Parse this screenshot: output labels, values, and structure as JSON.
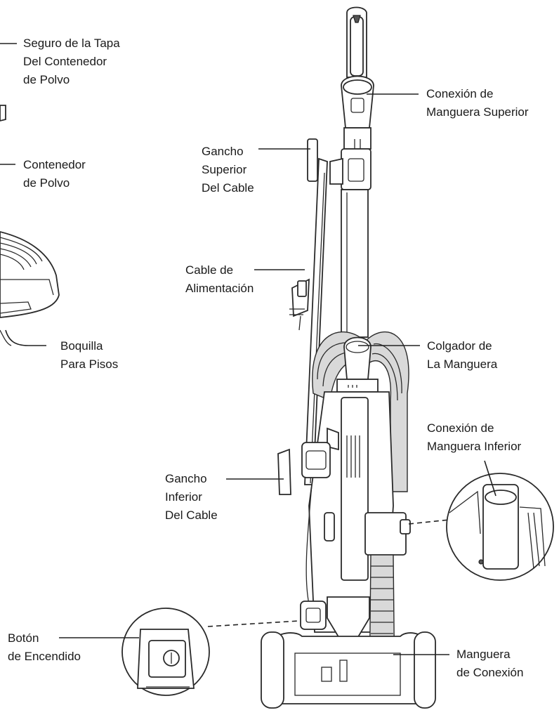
{
  "labels": {
    "dust_lid_lock": [
      "Seguro de la Tapa",
      "Del Contenedor",
      "de Polvo"
    ],
    "dust_container": [
      "Contenedor",
      "de Polvo"
    ],
    "floor_nozzle": [
      "Boquilla",
      "Para Pisos"
    ],
    "upper_hose_connection": [
      "Conexión de",
      "Manguera Superior"
    ],
    "upper_cord_hook": [
      "Gancho",
      "Superior",
      "Del Cable"
    ],
    "power_cord": [
      "Cable de",
      "Alimentación"
    ],
    "hose_hanger": [
      "Colgador de",
      "La Manguera"
    ],
    "lower_hose_connection": [
      "Conexión de",
      "Manguera Inferior"
    ],
    "lower_cord_hook": [
      "Gancho",
      "Inferior",
      "Del Cable"
    ],
    "power_button": [
      "Botón",
      "de Encendido"
    ],
    "connection_hose": [
      "Manguera",
      "de Conexión"
    ]
  }
}
